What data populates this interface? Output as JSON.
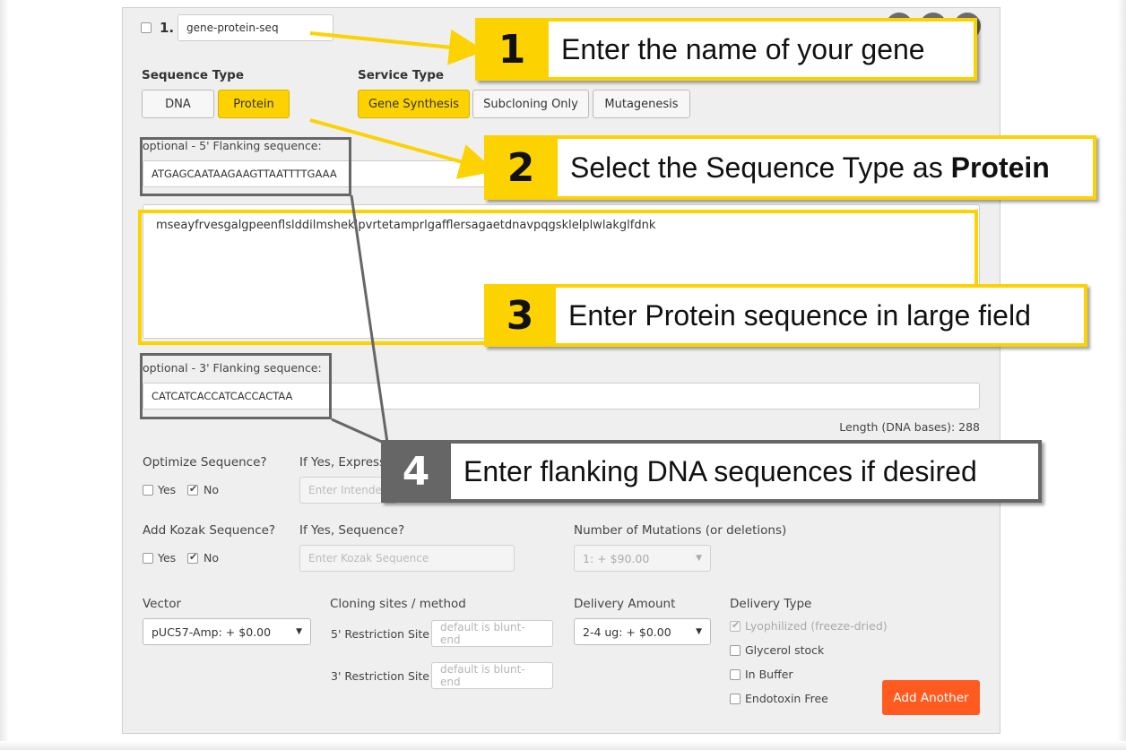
{
  "header": {
    "item_number": "1.",
    "gene_name_value": "gene-protein-seq"
  },
  "sequence_type": {
    "label": "Sequence Type",
    "options": [
      "DNA",
      "Protein"
    ],
    "selected": "Protein"
  },
  "service_type": {
    "label": "Service Type",
    "options": [
      "Gene Synthesis",
      "Subcloning Only",
      "Mutagenesis"
    ],
    "selected": "Gene Synthesis"
  },
  "flank5": {
    "label": "optional - 5' Flanking sequence:",
    "value": "ATGAGCAATAAGAAGTTAATTTTGAAA"
  },
  "protein_sequence": {
    "value": "mseayfrvesgalgpeenflslddilmshekIpvrtetamprlgafflersagaetdnavpqgsklelplwlakglfdnk"
  },
  "flank3": {
    "label": "optional - 3' Flanking sequence:",
    "value": "CATCATCACCATCACCACTAA"
  },
  "length_text": "Length (DNA bases): 288",
  "optimize": {
    "label": "Optimize Sequence?",
    "yes": "Yes",
    "no": "No",
    "express_label": "If Yes, Express",
    "express_placeholder": "Enter Intende"
  },
  "kozak": {
    "label": "Add Kozak Sequence?",
    "yes": "Yes",
    "no": "No",
    "seq_label": "If Yes, Sequence?",
    "seq_placeholder": "Enter Kozak Sequence"
  },
  "mutations": {
    "label": "Number of Mutations (or deletions)",
    "selected": "1: + $90.00"
  },
  "vector": {
    "label": "Vector",
    "selected": "pUC57-Amp: + $0.00"
  },
  "cloning": {
    "label": "Cloning sites / method",
    "site5_label": "5' Restriction Site",
    "site3_label": "3' Restriction Site",
    "site_placeholder": "default is blunt-end"
  },
  "delivery_amount": {
    "label": "Delivery Amount",
    "selected": "2-4 ug: + $0.00"
  },
  "delivery_type": {
    "label": "Delivery Type",
    "options": [
      {
        "label": "Lyophilized (freeze-dried)",
        "checked": true,
        "disabled": true
      },
      {
        "label": "Glycerol stock",
        "checked": false,
        "disabled": false
      },
      {
        "label": "In Buffer",
        "checked": false,
        "disabled": false
      },
      {
        "label": "Endotoxin Free",
        "checked": false,
        "disabled": false
      }
    ]
  },
  "add_button_label": "Add Another",
  "callouts": {
    "c1": {
      "number": "1",
      "text": "Enter the name of your gene"
    },
    "c2": {
      "number": "2",
      "text_prefix": "Select the Sequence Type as ",
      "text_bold": "Protein"
    },
    "c3": {
      "number": "3",
      "text": "Enter Protein sequence in large field"
    },
    "c4": {
      "number": "4",
      "text": "Enter flanking DNA sequences if desired"
    }
  },
  "colors": {
    "accent_yellow": "#fcd200",
    "add_button": "#ff5a1f",
    "callout_gray": "#666666"
  }
}
